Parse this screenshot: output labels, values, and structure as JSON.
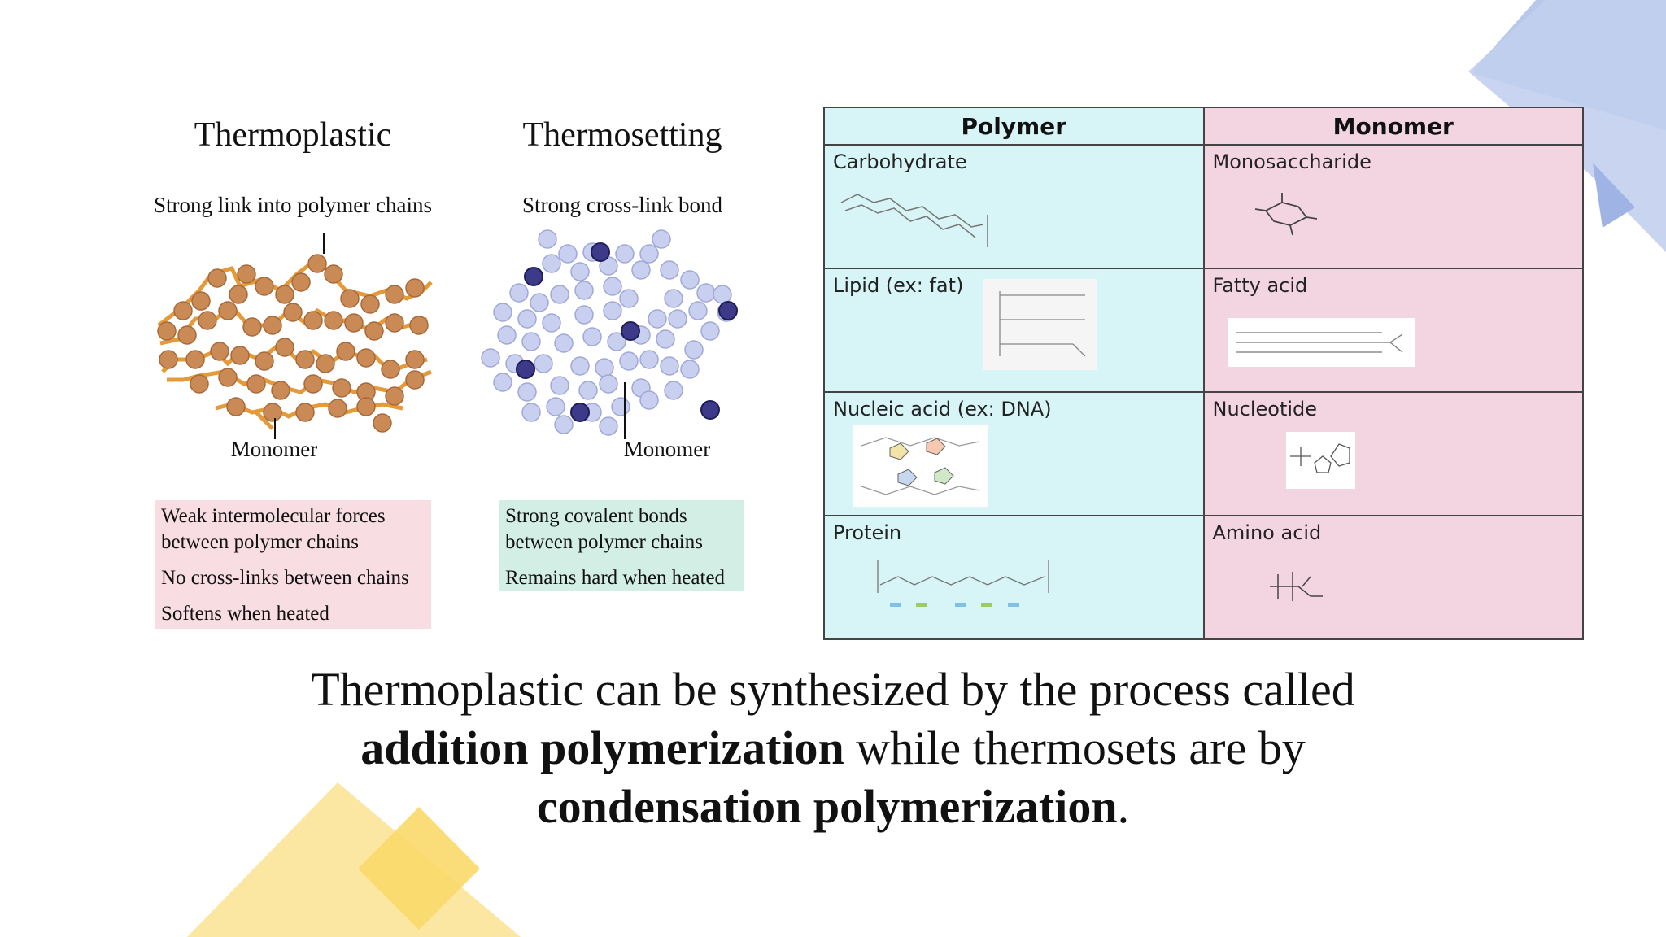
{
  "diagram": {
    "thermoplastic": {
      "title": "Thermoplastic",
      "top_label": "Strong link into polymer chains",
      "bottom_label": "Monomer",
      "properties": [
        "Weak intermolecular forces between polymer chains",
        "No cross-links between chains",
        "Softens when heated"
      ]
    },
    "thermosetting": {
      "title": "Thermosetting",
      "top_label": "Strong cross-link bond",
      "bottom_label": "Monomer",
      "properties": [
        "Strong covalent bonds between polymer chains",
        "Remains hard when heated"
      ]
    }
  },
  "table": {
    "headers": {
      "polymer": "Polymer",
      "monomer": "Monomer"
    },
    "rows": [
      {
        "polymer": "Carbohydrate",
        "monomer": "Monosaccharide"
      },
      {
        "polymer": "Lipid (ex: fat)",
        "monomer": "Fatty acid"
      },
      {
        "polymer": "Nucleic acid (ex: DNA)",
        "monomer": "Nucleotide"
      },
      {
        "polymer": "Protein",
        "monomer": "Amino acid"
      }
    ]
  },
  "summary": {
    "part1": "Thermoplastic can be synthesized by the process called",
    "bold1": "addition polymerization",
    "part2": " while thermosets are by",
    "bold2": "condensation polymerization",
    "part3": "."
  },
  "colors": {
    "thermoplastic_box": "#f8dde3",
    "thermosetting_box": "#d3eee4",
    "polymer_column": "#d7f4f6",
    "monomer_column": "#f3d5e2",
    "deco_blue": "#b8c8ea",
    "deco_yellow": "#fbe18a"
  }
}
